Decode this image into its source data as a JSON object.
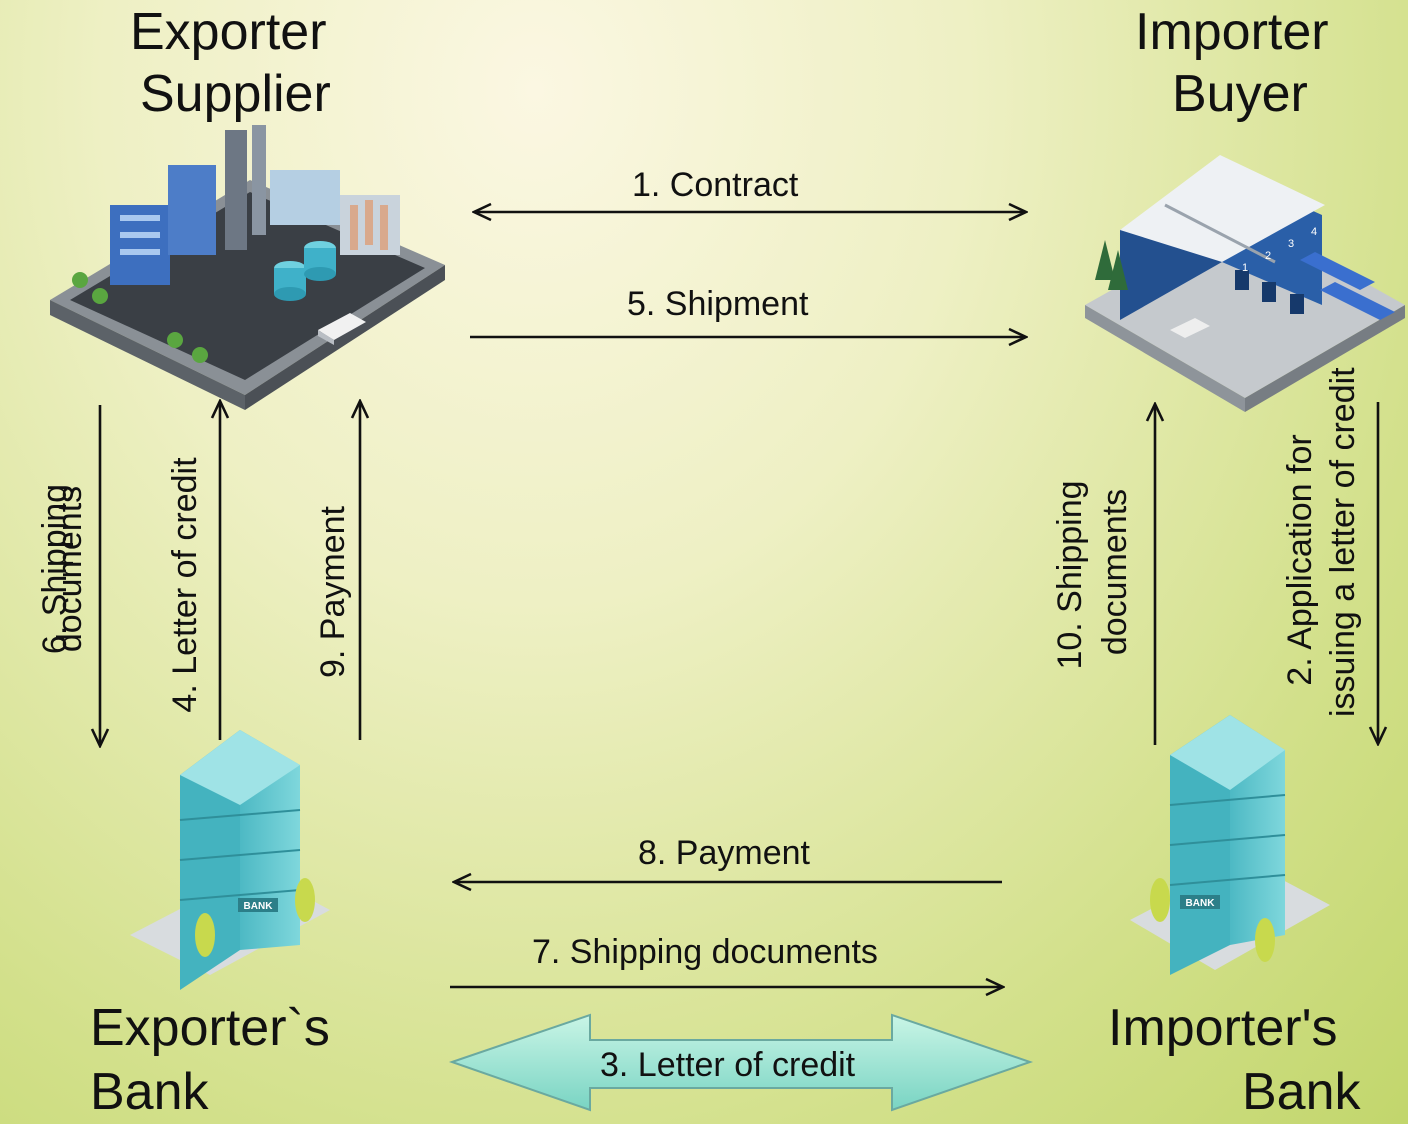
{
  "nodes": {
    "exporter": {
      "line1": "Exporter",
      "line2": "Supplier"
    },
    "importer": {
      "line1": "Importer",
      "line2": "Buyer"
    },
    "exporter_bank": {
      "line1": "Exporter`s",
      "line2": "Bank"
    },
    "importer_bank": {
      "line1": "Importer's",
      "line2": "Bank"
    }
  },
  "bank_sign": "BANK",
  "dock_numbers": [
    "1",
    "2",
    "3",
    "4"
  ],
  "flows": {
    "contract": "1. Contract",
    "application_line1": "2. Application for",
    "application_line2": "issuing a letter of credit",
    "letter_of_credit_banks": "3. Letter of credit",
    "letter_of_credit_exporter": "4. Letter of credit",
    "shipment": "5. Shipment",
    "shipping_docs_6_line1": "6. Shipping",
    "shipping_docs_6_line2": "documents",
    "shipping_docs_7": "7. Shipping documents",
    "payment_8": "8. Payment",
    "payment_9": "9. Payment",
    "shipping_docs_10_line1": "10. Shipping",
    "shipping_docs_10_line2": "documents"
  },
  "colors": {
    "bank_glass": "#5fc7cf",
    "warehouse_blue": "#2a5fa8",
    "factory_ground": "#3a3f45",
    "arrow": "#111111",
    "double_arrow_fill": "#9fe6d2"
  }
}
